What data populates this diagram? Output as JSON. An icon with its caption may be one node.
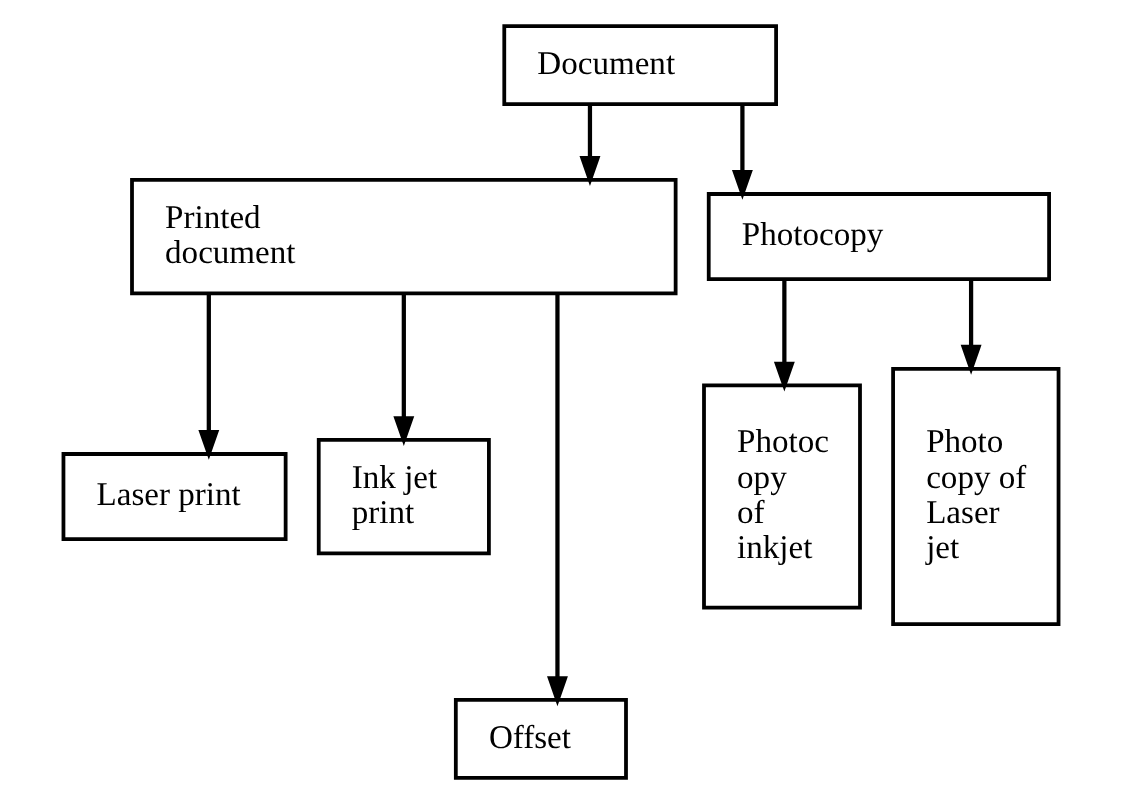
{
  "diagram": {
    "nodes": [
      {
        "text": [
          "Document"
        ]
      },
      {
        "text": [
          "Printed document"
        ]
      },
      {
        "text": [
          "Photocopy"
        ]
      },
      {
        "text": [
          "Laser print"
        ]
      },
      {
        "text": [
          "Ink jet print"
        ]
      },
      {
        "text": [
          "Photoc opy of inkjet"
        ]
      },
      {
        "text": [
          "Photo copy of Laser jet"
        ]
      },
      {
        "text": [
          "Offset"
        ]
      }
    ],
    "edges": [
      {
        "from": 0,
        "to": 1,
        "arrow": "to"
      },
      {
        "from": 0,
        "to": 2,
        "arrow": "to"
      },
      {
        "from": 1,
        "to": 3,
        "arrow": "to"
      },
      {
        "from": 1,
        "to": 7,
        "arrow": "to"
      },
      {
        "from": 1,
        "to": 4,
        "arrow": "to"
      },
      {
        "from": 2,
        "to": 5,
        "arrow": "to"
      },
      {
        "from": 2,
        "to": 6,
        "arrow": "to"
      }
    ]
  }
}
